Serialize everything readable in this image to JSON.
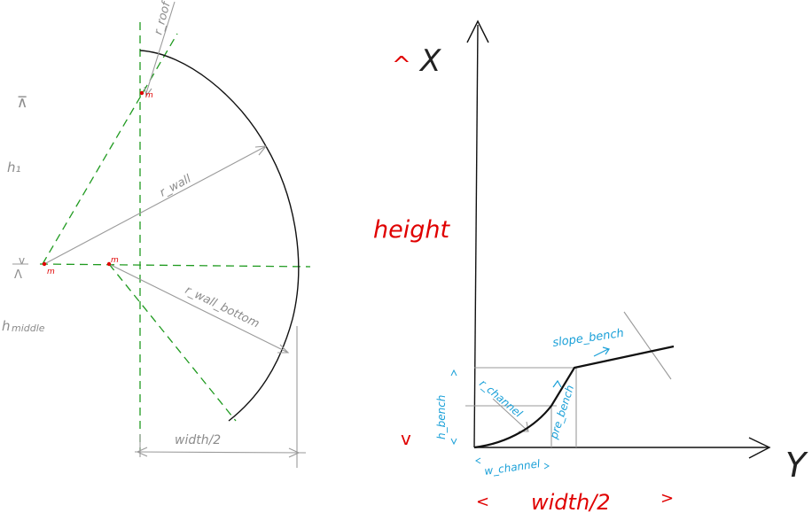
{
  "colors": {
    "ink": "#111111",
    "construction": "#9a9a9a",
    "guide": "#1f9a1f",
    "red": "#e00000",
    "blue": "#1aa0d8"
  },
  "left": {
    "labels": {
      "r_roof": "r_roof",
      "r_wall": "r_wall",
      "r_wall_bottom": "r_wall_bottom",
      "h1": "h₁",
      "h_middle": "h",
      "h_middle_sub": "middle",
      "width_half": "width/2",
      "top_arrow": "⊼",
      "mid_arrow_up": "v",
      "mid_arrow_down": "Λ"
    },
    "markers": {
      "m_top": "m",
      "m_left": "m",
      "m_right": "m"
    }
  },
  "right": {
    "axis_x_label": "X",
    "axis_y_label": "Y",
    "up_caret": "^",
    "down_caret": "v",
    "height_label": "height",
    "width_label": "width/2",
    "width_left_caret": "<",
    "width_right_caret": ">",
    "slope_bench": "slope_bench",
    "r_channel": "r_channel",
    "pre_bench": "pre_bench",
    "h_bench": "h_bench",
    "w_channel": "w_channel"
  }
}
